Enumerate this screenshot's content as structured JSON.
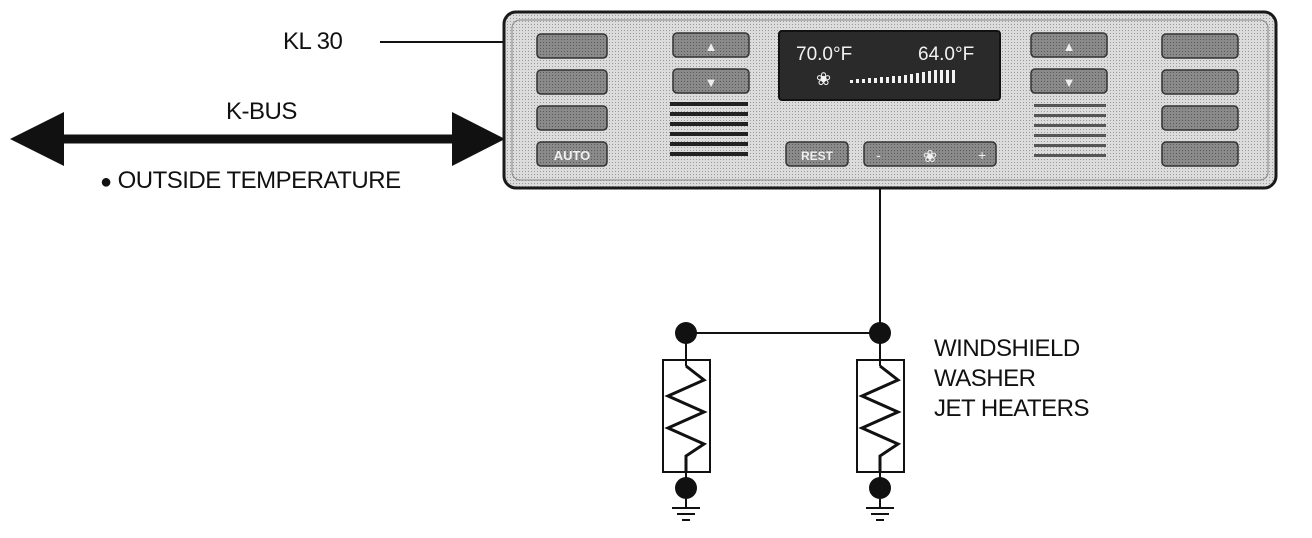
{
  "labels": {
    "kl30": "KL 30",
    "kbus": "K-BUS",
    "outside_temp": "OUTSIDE TEMPERATURE",
    "heater_lines": [
      "WINDSHIELD",
      "WASHER",
      "JET HEATERS"
    ]
  },
  "panel": {
    "display": {
      "left_temp": "70.0°F",
      "right_temp": "64.0°F",
      "blower_symbol": "❀"
    },
    "buttons": {
      "auto": "AUTO",
      "rest": "REST",
      "up_arrow": "▲",
      "down_arrow": "▼",
      "fan_symbol": "❀",
      "minus": "-",
      "plus": "+"
    }
  },
  "colors": {
    "line": "#111111",
    "panel_bg": "#d4d4d4",
    "button": "#7e7e7e",
    "display": "#1a1a1a",
    "display_text": "#f2f2f2"
  }
}
